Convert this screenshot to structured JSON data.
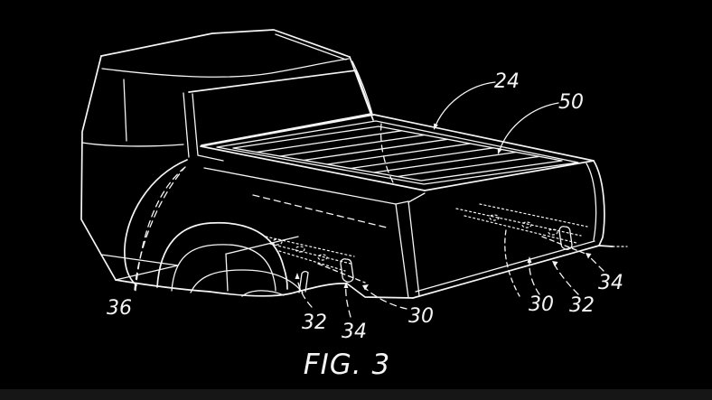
{
  "figure": {
    "caption": "FIG. 3",
    "type_note": "patent line drawing of pickup truck rear bed with slatted cover, white lines on black",
    "colors": {
      "background": "#000000",
      "line": "#f5f5f5"
    },
    "reference_labels": [
      {
        "id": "24",
        "text": "24",
        "points_to": "bed side rail"
      },
      {
        "id": "50",
        "text": "50",
        "points_to": "slatted bed cover"
      },
      {
        "id": "36",
        "text": "36",
        "points_to": "rear fender hidden edge"
      },
      {
        "id": "32-left",
        "text": "32",
        "points_to": "hidden component left"
      },
      {
        "id": "34-left",
        "text": "34",
        "points_to": "hidden cylinder left"
      },
      {
        "id": "30-left",
        "text": "30",
        "points_to": "lower body left"
      },
      {
        "id": "30-right",
        "text": "30",
        "points_to": "lower body right"
      },
      {
        "id": "32-right",
        "text": "32",
        "points_to": "hidden component right"
      },
      {
        "id": "34-right",
        "text": "34",
        "points_to": "hidden cylinder right"
      }
    ]
  }
}
